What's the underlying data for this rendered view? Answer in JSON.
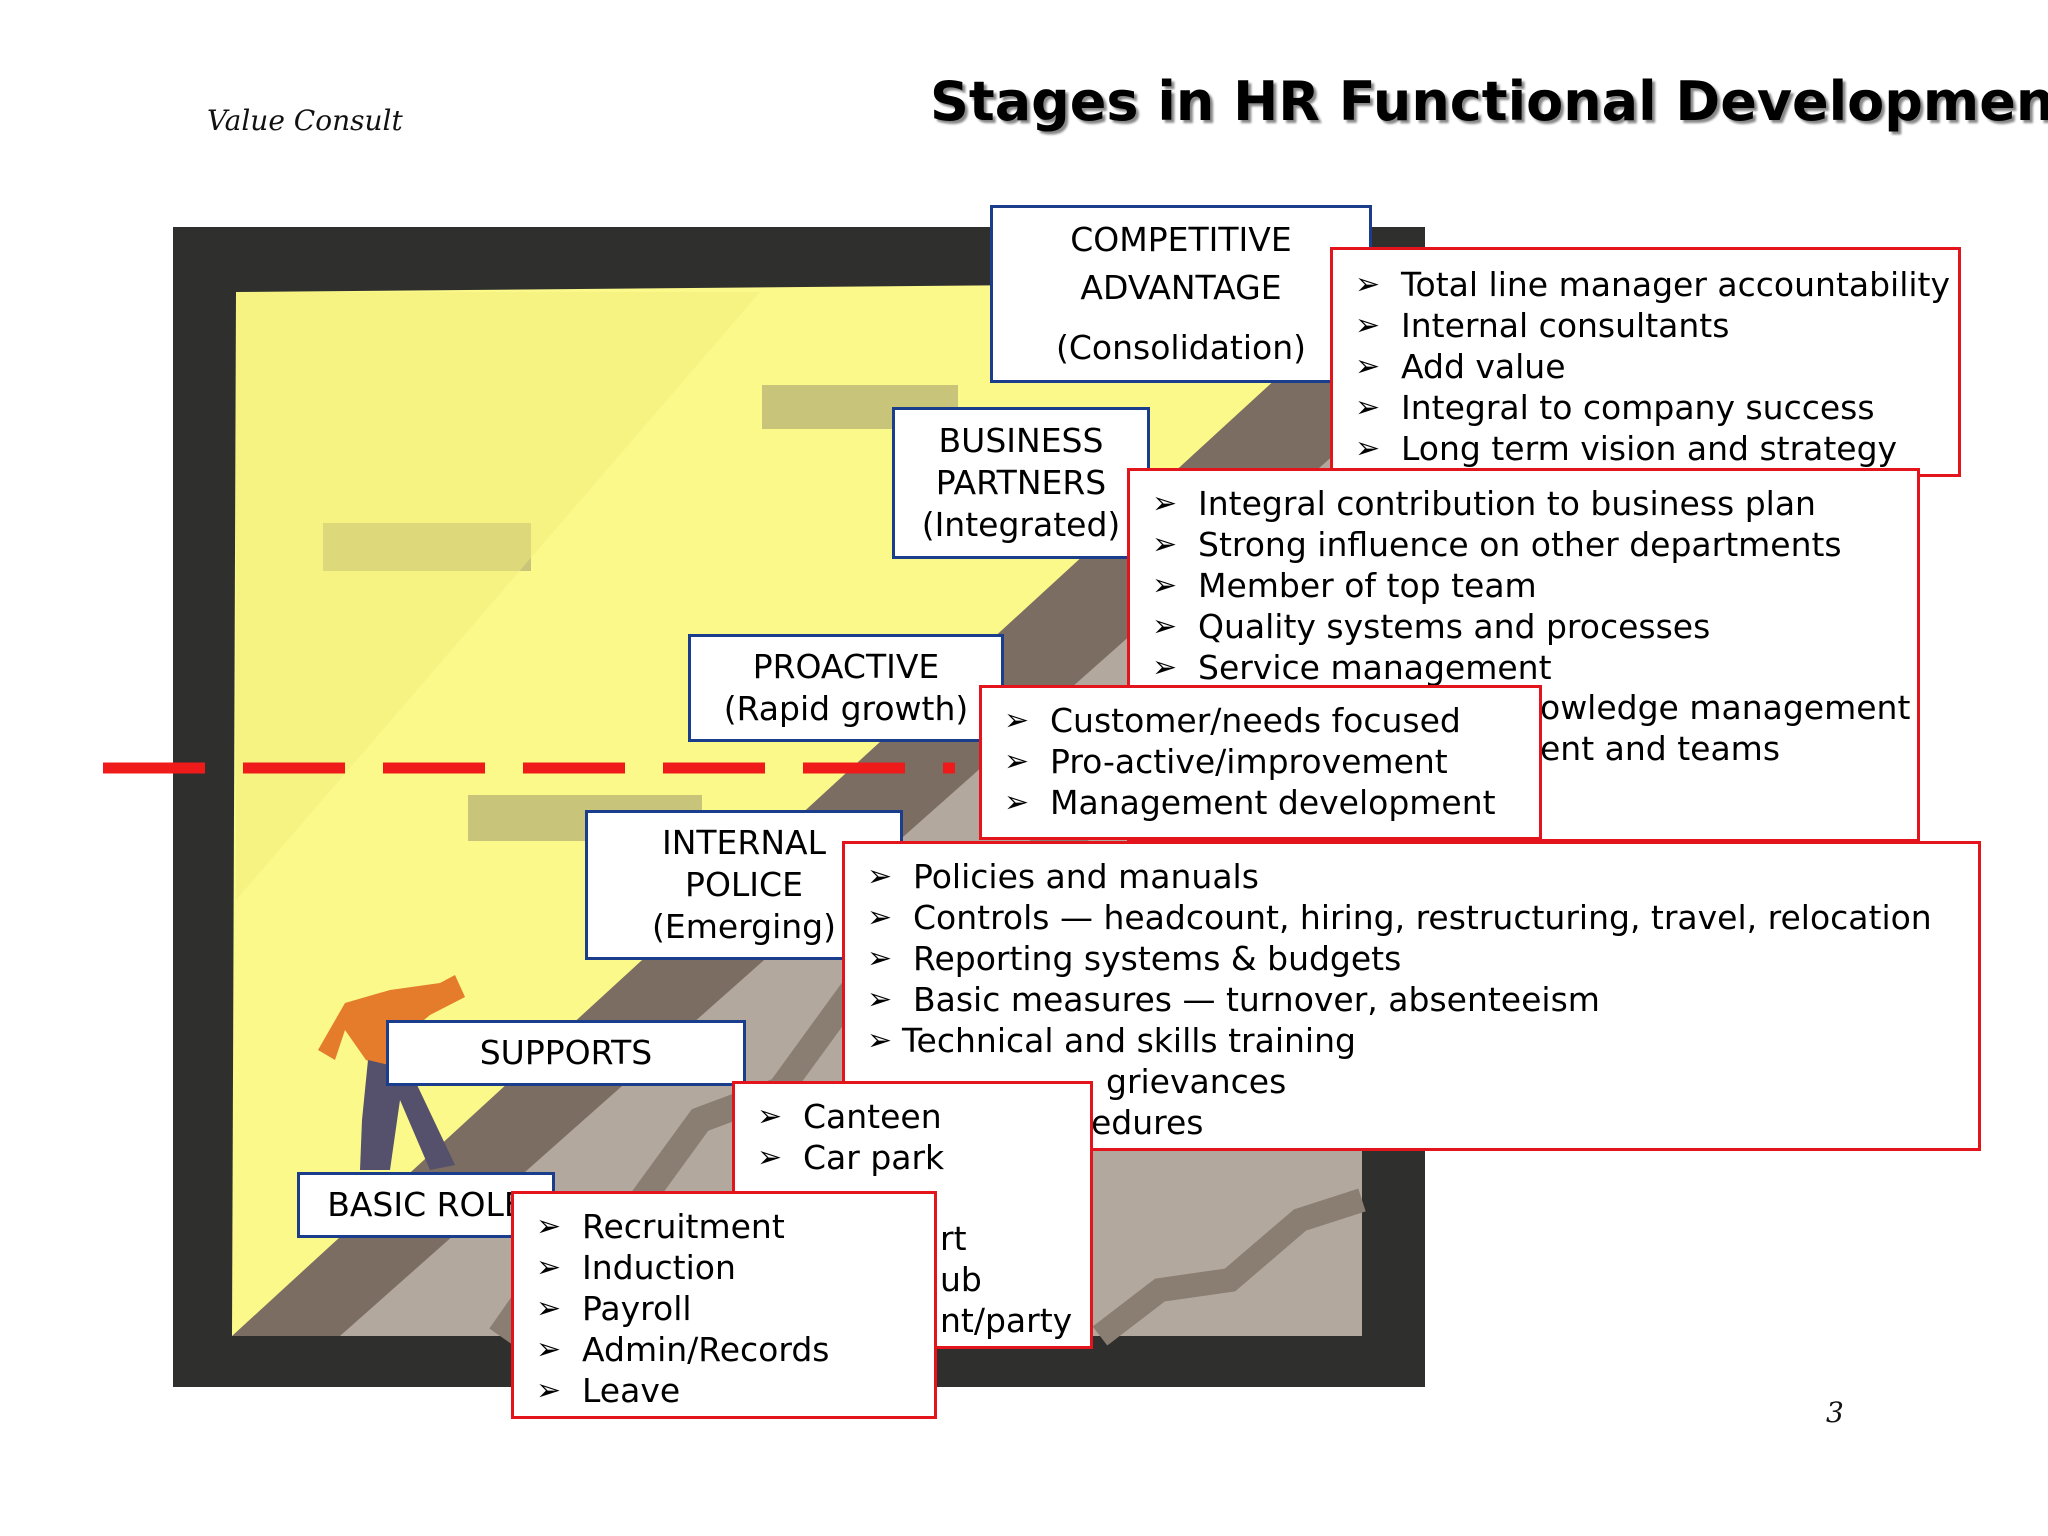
{
  "header": {
    "brand": "Value Consult",
    "title": "Stages in HR Functional Development",
    "page_number": "3"
  },
  "bullet_glyph": "➢",
  "colors": {
    "frame": "#2f302e",
    "sky": "#fbf98a",
    "slope_dark": "#7b6d62",
    "slope_light": "#b3a89d",
    "label_border": "#1a3e8c",
    "box_border": "#e3141c",
    "dashed_line": "#ef1b1b",
    "climber_jacket": "#e57c2b",
    "climber_pants": "#55506b"
  },
  "stages": [
    {
      "id": "basic-role",
      "lines": [
        "BASIC ROLE"
      ]
    },
    {
      "id": "supports",
      "lines": [
        "SUPPORTS"
      ]
    },
    {
      "id": "internal-police",
      "lines": [
        "INTERNAL",
        "POLICE",
        "(Emerging)"
      ]
    },
    {
      "id": "proactive",
      "lines": [
        "PROACTIVE",
        "(Rapid growth)"
      ]
    },
    {
      "id": "business-partners",
      "lines": [
        "BUSINESS",
        "PARTNERS",
        "(Integrated)"
      ]
    },
    {
      "id": "competitive-advantage",
      "lines": [
        "COMPETITIVE",
        "ADVANTAGE",
        "(Consolidation)"
      ]
    }
  ],
  "boxes": {
    "competitive": [
      "Total line manager accountability",
      "Internal consultants",
      "Add value",
      "Integral to company success",
      "Long term vision and strategy"
    ],
    "business": [
      "Integral contribution to business plan",
      "Strong influence on other departments",
      "Member of top team",
      "Quality systems and processes",
      "Service management"
    ],
    "business_partial": [
      "owledge management",
      "ent and teams"
    ],
    "proactive": [
      "Customer/needs focused",
      "Pro-active/improvement",
      "Management development"
    ],
    "police": [
      "Policies and manuals",
      "Controls — headcount, hiring, restructuring, travel, relocation",
      "Reporting systems & budgets",
      "Basic measures —  turnover, absenteeism"
    ],
    "police_special": "Technical and skills training",
    "police_partial": [
      "grievances",
      "edures"
    ],
    "supports": [
      "Canteen",
      "Car park"
    ],
    "supports_partial": [
      "rt",
      "ub",
      "nt/party"
    ],
    "basic": [
      "Recruitment",
      "Induction",
      "Payroll",
      "Admin/Records",
      "Leave"
    ]
  }
}
